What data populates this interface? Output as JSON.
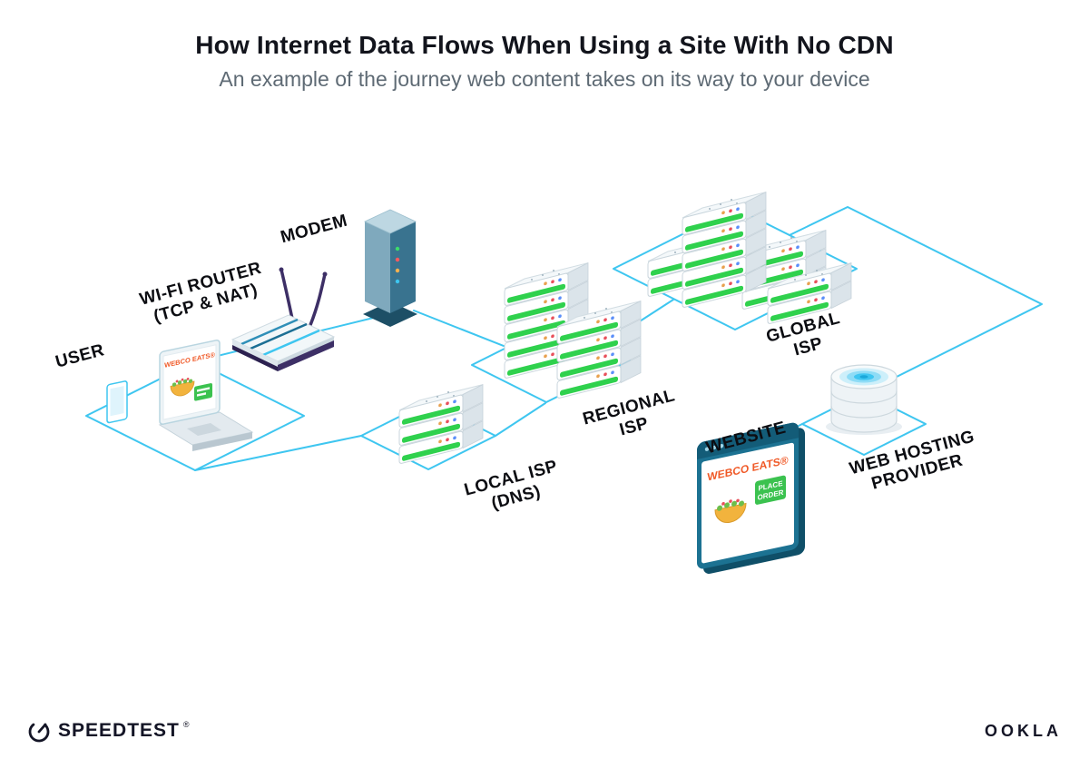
{
  "header": {
    "title": "How Internet Data Flows When Using a Site With No CDN",
    "subtitle": "An example of the journey web content takes on its way to your device"
  },
  "diagram": {
    "labels": {
      "user": "USER",
      "wifi_router": "WI-FI ROUTER",
      "wifi_router_sub": "(TCP & NAT)",
      "modem": "MODEM",
      "local_isp": "LOCAL ISP",
      "local_isp_sub": "(DNS)",
      "regional_isp_line1": "REGIONAL",
      "regional_isp_line2": "ISP",
      "global_isp_line1": "GLOBAL",
      "global_isp_line2": "ISP",
      "website": "WEBSITE",
      "web_hosting_line1": "WEB HOSTING",
      "web_hosting_line2": "PROVIDER"
    },
    "screens": {
      "laptop_brand": "WEBCO EATS®",
      "browser_brand": "WEBCO EATS®",
      "order_button_line1": "PLACE",
      "order_button_line2": "ORDER"
    },
    "colors": {
      "connection_line": "#3EC6F0",
      "server_green": "#2FD14D",
      "brand_orange": "#F05A28",
      "ink": "#141526"
    }
  },
  "footer": {
    "speedtest_wordmark": "SPEEDTEST",
    "speedtest_mark": "®",
    "ookla_wordmark": "OOKLA"
  }
}
